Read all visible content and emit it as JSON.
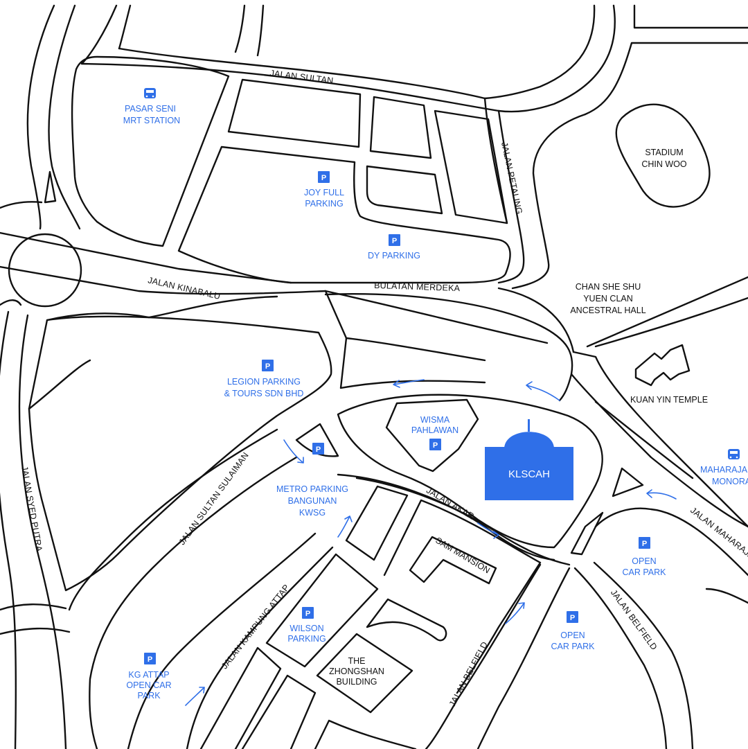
{
  "colors": {
    "accent": "#2f6fe8",
    "road_line": "#111111",
    "background": "#ffffff"
  },
  "streets": {
    "jalan_sultan": "JALAN SULTAN",
    "jalan_petaling": "JALAN PETALING",
    "jalan_kinabalu": "JALAN KINABALU",
    "bulatan_merdeka": "BULATAN MERDEKA",
    "jalan_syed_putra": "JALAN SYED PUTRA",
    "jalan_sultan_sulaiman": "JALAN SULTAN SULAIMAN",
    "jalan_akar": "JALAN AKAR",
    "jalan_kampung_attap": "JALAN KAMPUNG ATTAP",
    "jalan_belfield_1": "JALAN BELFIELD",
    "jalan_belfield_2": "JALAN BELFIELD",
    "jalan_maharajalela": "JALAN MAHARAJALELA"
  },
  "places": {
    "stadium": [
      "STADIUM",
      "CHIN WOO"
    ],
    "chan_she_shu": [
      "CHAN SHE SHU",
      "YUEN CLAN",
      "ANCESTRAL HALL"
    ],
    "kuan_yin": "KUAN YIN TEMPLE",
    "sam_mansion": "SAM MANSION",
    "zhongshan": [
      "THE",
      "ZHONGSHAN",
      "BUILDING"
    ]
  },
  "pois": {
    "pasar_seni": [
      "PASAR SENI",
      "MRT STATION"
    ],
    "maharajalela": [
      "MAHARAJALELA",
      "MONORAIL"
    ],
    "joy_full": [
      "JOY FULL",
      "PARKING"
    ],
    "dy_parking": [
      "DY PARKING"
    ],
    "legion": [
      "LEGION PARKING",
      "& TOURS SDN BHD"
    ],
    "wisma": [
      "WISMA",
      "PAHLAWAN"
    ],
    "metro": [
      "METRO PARKING",
      "BANGUNAN",
      "KWSG"
    ],
    "wilson": [
      "WILSON",
      "PARKING"
    ],
    "kg_attap": [
      "KG ATTAP",
      "OPEN CAR",
      "PARK"
    ],
    "open_car_park_1": [
      "OPEN",
      "CAR PARK"
    ],
    "open_car_park_2": [
      "OPEN",
      "CAR PARK"
    ]
  },
  "parking_symbol": "P",
  "destination": {
    "label": "KLSCAH",
    "icon": "dome-building-icon"
  }
}
